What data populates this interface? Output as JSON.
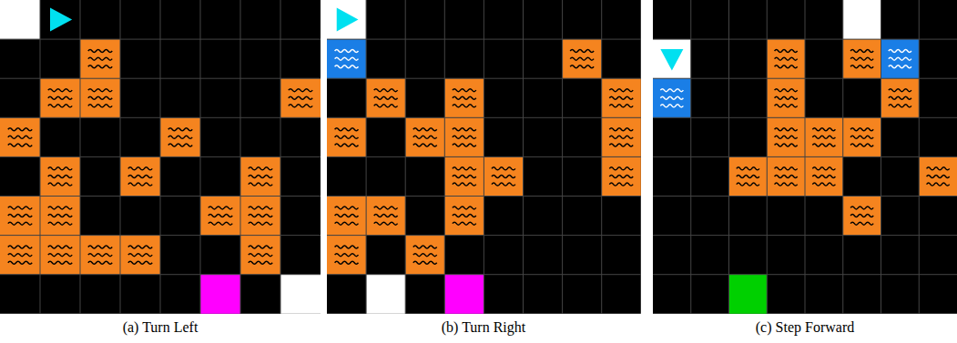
{
  "diagram": {
    "labels": [
      "(a) Turn Left",
      "(b) Turn Right",
      "(c) Step Forward"
    ]
  }
}
